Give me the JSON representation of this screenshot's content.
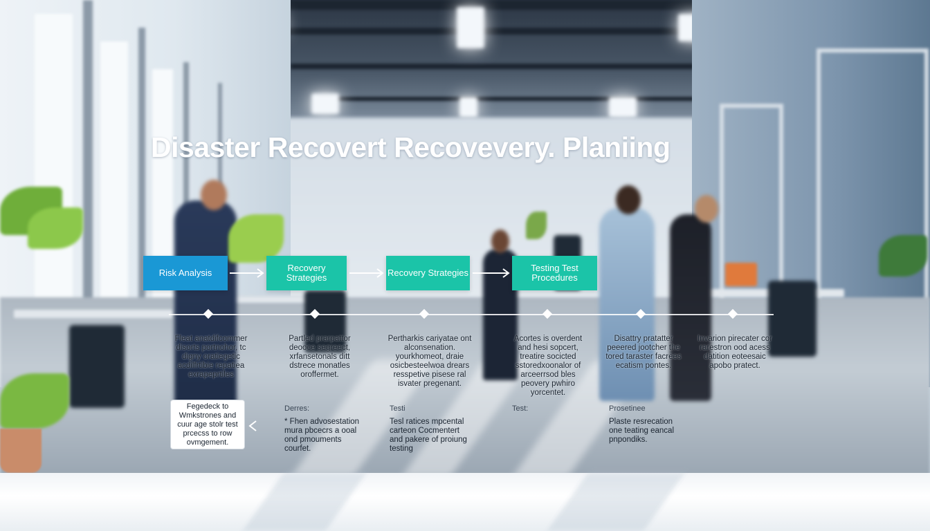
{
  "title": "Disaster Recovert Recovevery. Planiing",
  "colors": {
    "blue_box": "#1a98d5",
    "teal_box": "#1bc4a8",
    "arrow": "#ffffff"
  },
  "steps": [
    {
      "label": "Risk Analysis"
    },
    {
      "label": "Recovery Strategies"
    },
    {
      "label": "Recovery Strategies"
    },
    {
      "label": "Testing Test Procedures"
    }
  ],
  "timeline_notes": [
    "Fleat anatdifcommer disorts portnohor, tc digny oratiegetic acdilfrtibie repatiea exrapeprtiles",
    "Partled prarpattor deooce segreect, xrfansetonals ditt dstrece monatles oroffermet.",
    "Pertharkis cariyatae ont alconsenation. yourkhomeot, draie osicbesteelwoa drears resspetive pisese ral isvater pregenant.",
    "Acortes is overdent and hesi sopcert, treatire socicted sstoredxoonalor of arceerrsod bles peovery pwhiro yorcentet.",
    "Disattry pratatter peeered jootcher the tored taraster facrees ecatism pontes.",
    "Invarion pirecater cor rarestron ood acess datition eoteesaic apobo pratect."
  ],
  "callout": {
    "text": "Fegedeck to Wmkstrones and cuur age stolr test prcecss to row ovmgement."
  },
  "sub_labels": [
    "Derres:",
    "Testi",
    "Test:",
    "Prosetinee"
  ],
  "sub_notes": [
    "* Fhen advosestation mura pbcecrs a ooal ond pmouments courfet.",
    "Tesl ratices mpcental carteon Cocmentert and pakere of proiung testing",
    "Plaste resrecation one teating eancal pnpondiks."
  ]
}
